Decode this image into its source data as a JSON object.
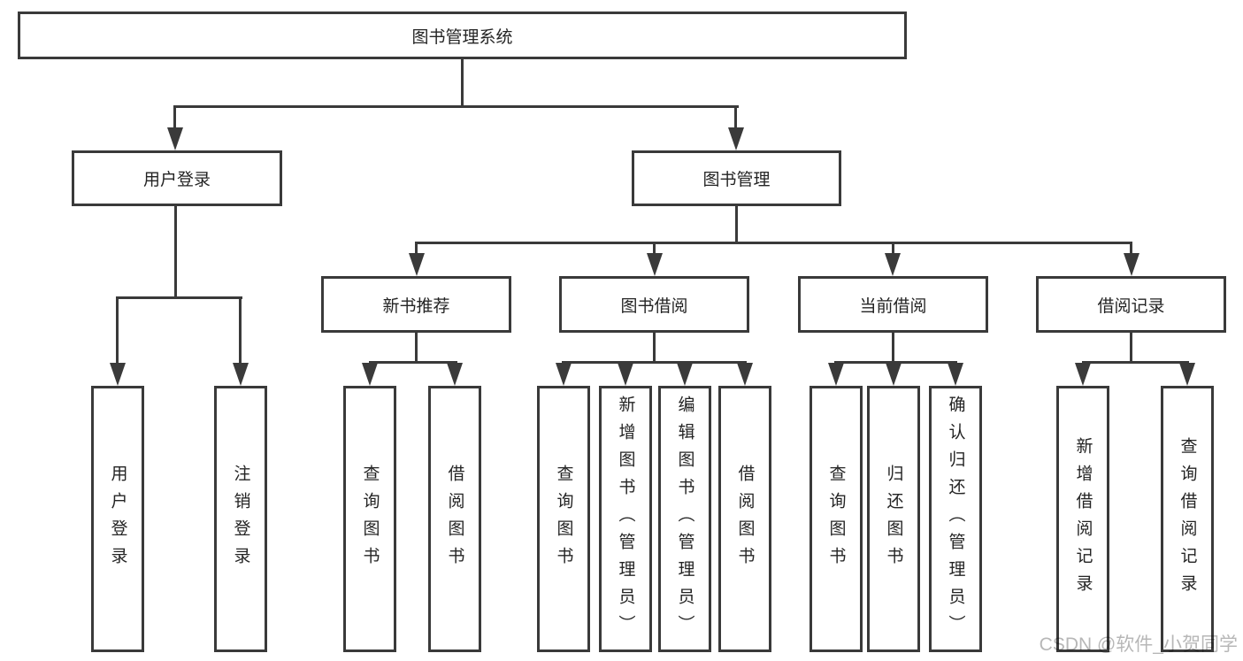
{
  "diagram": {
    "root": {
      "label": "图书管理系统"
    },
    "level2": [
      {
        "label": "用户登录"
      },
      {
        "label": "图书管理"
      }
    ],
    "level3": [
      {
        "label": "新书推荐"
      },
      {
        "label": "图书借阅"
      },
      {
        "label": "当前借阅"
      },
      {
        "label": "借阅记录"
      }
    ],
    "leaves": [
      {
        "label": "用户登录"
      },
      {
        "label": "注销登录"
      },
      {
        "label": "查询图书"
      },
      {
        "label": "借阅图书"
      },
      {
        "label": "查询图书"
      },
      {
        "label": "新增图书（管理员）"
      },
      {
        "label": "编辑图书（管理员）"
      },
      {
        "label": "借阅图书"
      },
      {
        "label": "查询图书"
      },
      {
        "label": "归还图书"
      },
      {
        "label": "确认归还（管理员）"
      },
      {
        "label": "新增借阅记录"
      },
      {
        "label": "查询借阅记录"
      }
    ],
    "watermark": {
      "text": "CSDN @软件_小贺同学"
    },
    "colors": {
      "line": "#3a3a3a",
      "text": "#242424",
      "watermark": "#b7b7b7",
      "background": "#ffffff"
    }
  }
}
